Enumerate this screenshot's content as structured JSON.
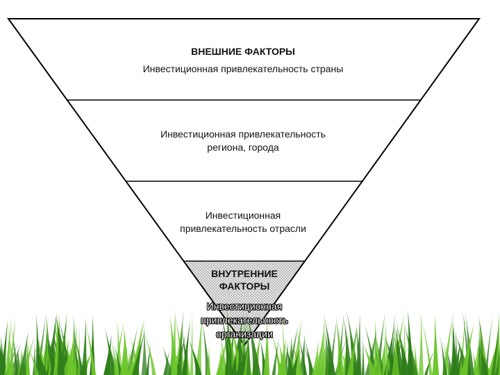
{
  "diagram": {
    "levels": [
      {
        "title": "ВНЕШНИЕ ФАКТОРЫ",
        "text": "Инвестиционная привлекательность страны"
      },
      {
        "text_line1": "Инвестиционная привлекательность",
        "text_line2": "региона, города"
      },
      {
        "text_line1": "Инвестиционная",
        "text_line2": "привлекательность отрасли"
      },
      {
        "title_line1": "ВНУТРЕННИЕ",
        "title_line2": "ФАКТОРЫ",
        "text_line1": "Инвестиционная",
        "text_line2": "привлекательность",
        "text_line3": "организации"
      }
    ]
  },
  "colors": {
    "outline": "#000000",
    "inner_fill": "#d9d9d9",
    "grass_dark": "#2e7d1a",
    "grass_light": "#6cc52a"
  }
}
